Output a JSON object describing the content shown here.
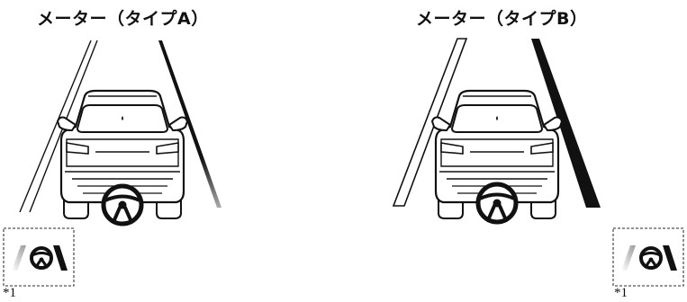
{
  "panels": [
    {
      "title": "メーター（タイプA）",
      "indicator_note": "*1"
    },
    {
      "title": "メーター（タイプB）",
      "indicator_note": "*1"
    }
  ],
  "icons": {
    "car": "car-rear-view-icon",
    "steering": "steering-wheel-icon",
    "indicator": "lane-keep-assist-indicator-icon"
  },
  "colors": {
    "line": "#111111",
    "lane_gray": "#bbbbbb",
    "indicator_box": "#555555"
  }
}
